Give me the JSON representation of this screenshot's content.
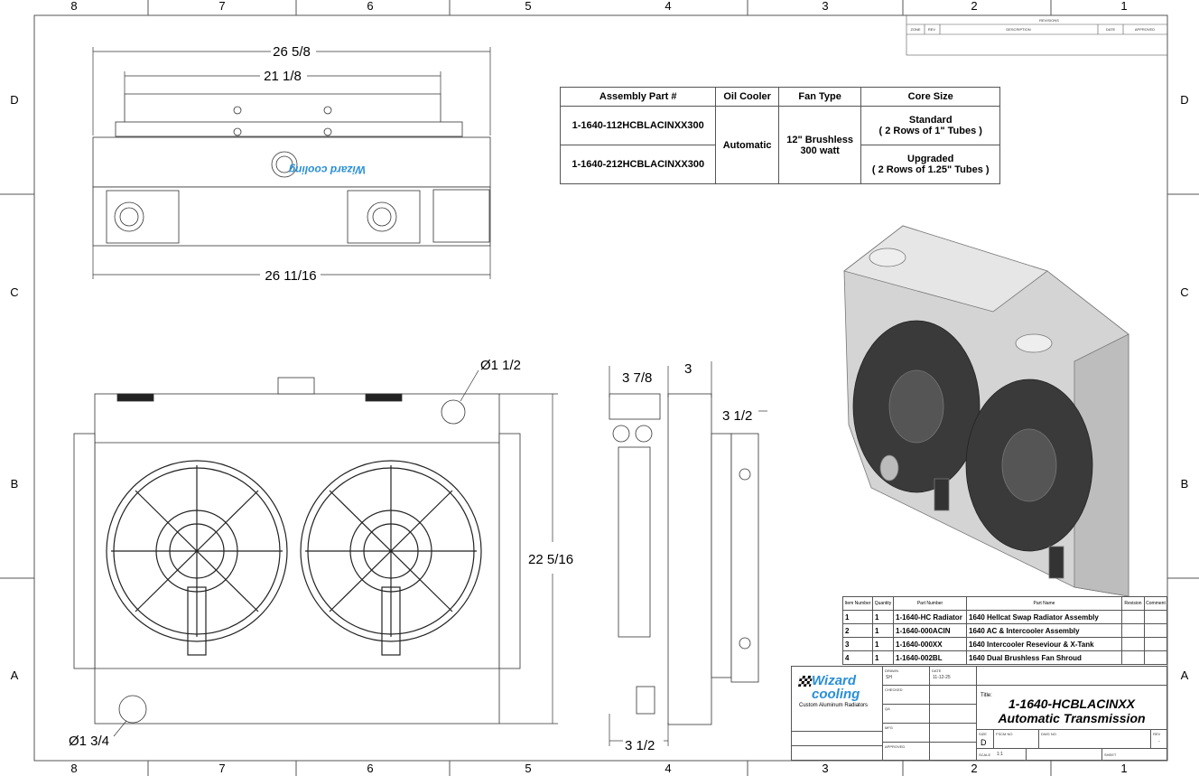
{
  "border": {
    "zones_columns": [
      "8",
      "7",
      "6",
      "5",
      "4",
      "3",
      "2",
      "1"
    ],
    "zones_rows": [
      "D",
      "C",
      "B",
      "A"
    ]
  },
  "revisions": {
    "title": "REVISIONS",
    "headers": [
      "ZONE",
      "REV",
      "DESCRIPTION",
      "DATE",
      "APPROVED"
    ]
  },
  "dimensions": {
    "top_overall": "26 5/8",
    "top_inner": "21 1/8",
    "top_bottom": "26 11/16",
    "front_hose_dia": "Ø1 1/2",
    "front_height": "22 5/16",
    "front_outlet_dia": "Ø1 3/4",
    "side_a": "3 7/8",
    "side_b": "3",
    "side_c": "3 1/2",
    "side_bottom": "3 1/2"
  },
  "spec_table": {
    "headers": [
      "Assembly Part #",
      "Oil Cooler",
      "Fan Type",
      "Core Size"
    ],
    "rows": [
      {
        "part": "1-1640-112HCBLACINXX300",
        "core": "Standard\n( 2 Rows of 1\" Tubes )"
      },
      {
        "part": "1-1640-212HCBLACINXX300",
        "core": "Upgraded\n( 2 Rows of 1.25\" Tubes )"
      }
    ],
    "oil_cooler": "Automatic",
    "fan_type": "12\" Brushless\n300 watt"
  },
  "bom": {
    "headers": [
      "Item Number",
      "Quantity",
      "Part Number",
      "Part Name",
      "Revision",
      "Comment"
    ],
    "rows": [
      {
        "item": "1",
        "qty": "1",
        "part": "1-1640-HC Radiator",
        "name": "1640 Hellcat Swap Radiator Assembly"
      },
      {
        "item": "2",
        "qty": "1",
        "part": "1-1640-000ACIN",
        "name": "1640 AC & Intercooler Assembly"
      },
      {
        "item": "3",
        "qty": "1",
        "part": "1-1640-000XX",
        "name": "1640 Intercooler Reseviour & X-Tank"
      },
      {
        "item": "4",
        "qty": "1",
        "part": "1-1640-002BL",
        "name": "1640 Dual Brushless Fan Shroud"
      }
    ]
  },
  "title_block": {
    "logo_text": "Wizard cooling",
    "logo_tagline": "Custom Aluminum Radiators",
    "drawn_label": "DRAWN",
    "drawn_value": "SH",
    "date_label": "DATE",
    "date_value": "11-12-25",
    "checked_label": "CHECKED",
    "qa_label": "QA",
    "mfg_label": "MFG",
    "approved_label": "APPROVED",
    "title_label": "Title:",
    "title_line1": "1-1640-HCBLACINXX",
    "title_line2": "Automatic Transmission",
    "size_label": "SIZE",
    "size_value": "D",
    "fscm_label": "FSCM NO",
    "dwg_label": "DWG NO",
    "rev_label": "REV",
    "rev_value": "-",
    "scale_label": "SCALE",
    "scale_value": "1:1",
    "sheet_label": "SHEET"
  },
  "colors": {
    "line": "#333333",
    "metal": "#cfcfcf",
    "fan": "#2a2a2a"
  }
}
